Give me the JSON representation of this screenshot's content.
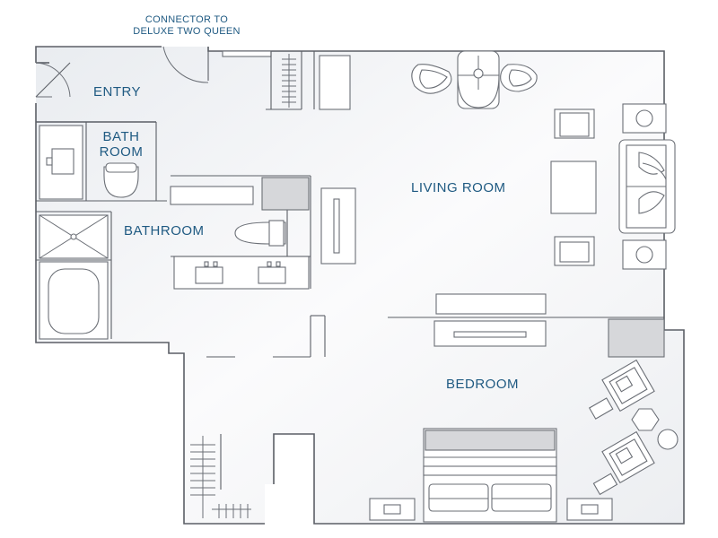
{
  "labels": {
    "connector_line1": "CONNECTOR TO",
    "connector_line2": "DELUXE TWO QUEEN",
    "entry": "ENTRY",
    "bath_room_line1": "BATH",
    "bath_room_line2": "ROOM",
    "bathroom": "BATHROOM",
    "living_room": "LIVING ROOM",
    "bedroom": "BEDROOM"
  },
  "colors": {
    "label_text": "#1f5a82",
    "wall": "#5b5f66",
    "floor_shade": "#eef0f3",
    "column_fill": "#d6d7da"
  }
}
